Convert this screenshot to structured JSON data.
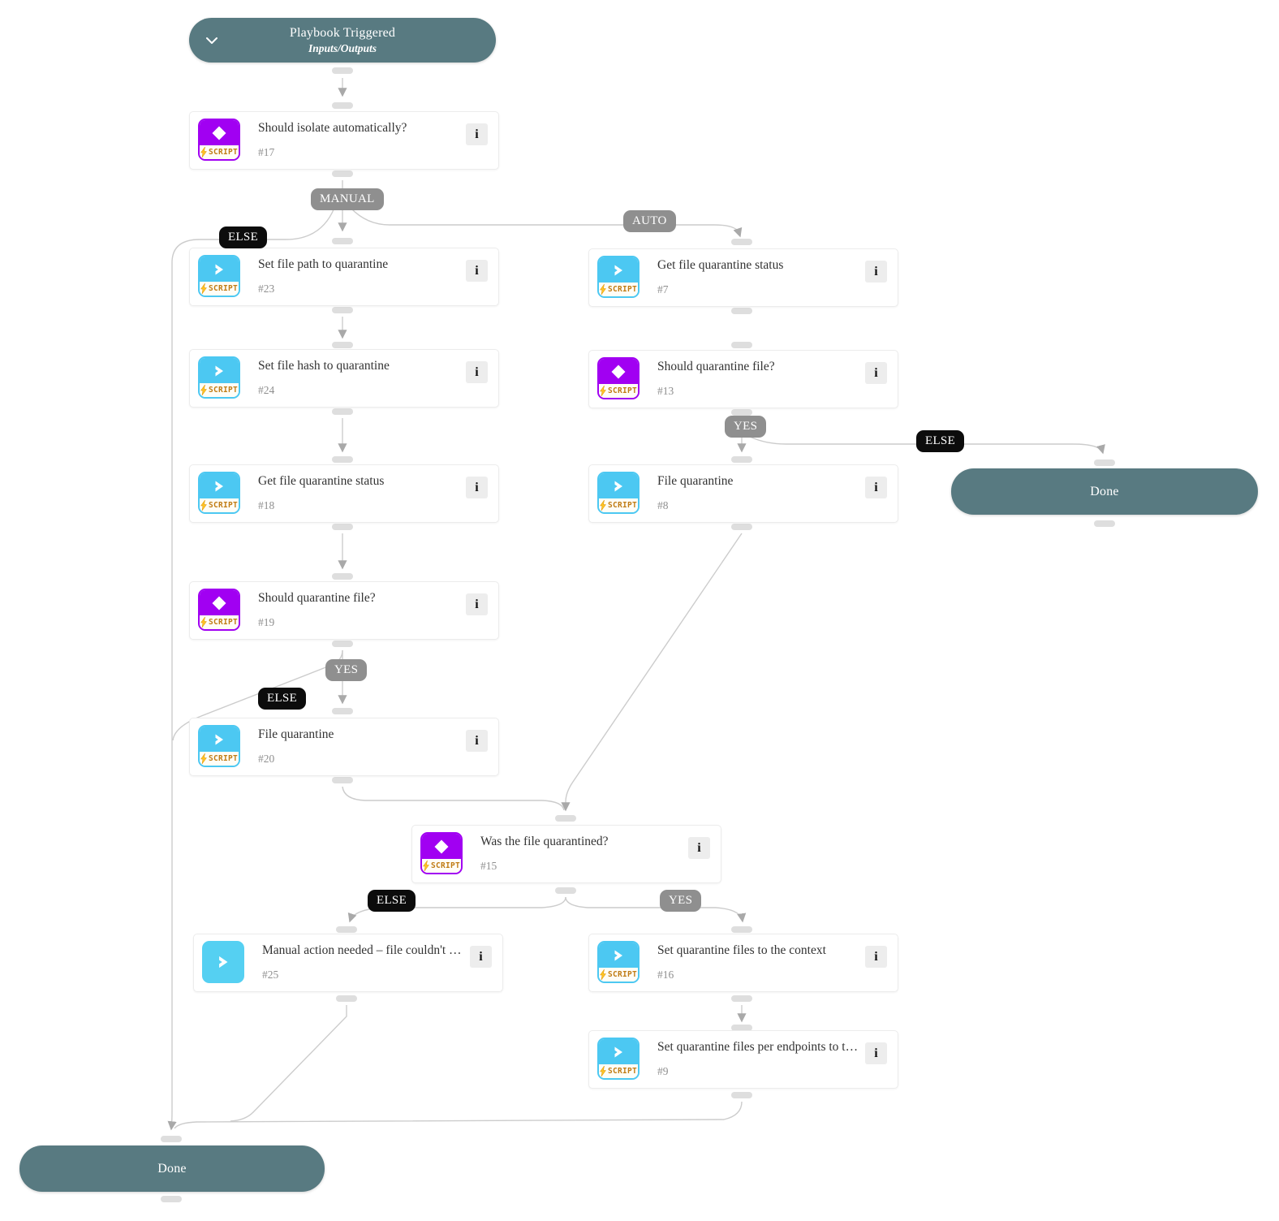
{
  "header": {
    "title": "Playbook Triggered",
    "subtitle": "Inputs/Outputs"
  },
  "terminals": {
    "done_right": "Done",
    "done_bottom": "Done"
  },
  "nodes": [
    {
      "title": "Should isolate automatically?",
      "id": "#17",
      "kind": "condition",
      "badge": "SCRIPT"
    },
    {
      "title": "Set file path to quarantine",
      "id": "#23",
      "kind": "task",
      "badge": "SCRIPT"
    },
    {
      "title": "Set file hash to quarantine",
      "id": "#24",
      "kind": "task",
      "badge": "SCRIPT"
    },
    {
      "title": "Get file quarantine status",
      "id": "#18",
      "kind": "task",
      "badge": "SCRIPT"
    },
    {
      "title": "Should quarantine file?",
      "id": "#19",
      "kind": "condition",
      "badge": "SCRIPT"
    },
    {
      "title": "File quarantine",
      "id": "#20",
      "kind": "task",
      "badge": "SCRIPT"
    },
    {
      "title": "Get file quarantine status",
      "id": "#7",
      "kind": "task",
      "badge": "SCRIPT"
    },
    {
      "title": "Should quarantine file?",
      "id": "#13",
      "kind": "condition",
      "badge": "SCRIPT"
    },
    {
      "title": "File quarantine",
      "id": "#8",
      "kind": "task",
      "badge": "SCRIPT"
    },
    {
      "title": "Was the file quarantined?",
      "id": "#15",
      "kind": "condition",
      "badge": "SCRIPT"
    },
    {
      "title": "Manual action needed – file couldn't …",
      "id": "#25",
      "kind": "task",
      "badge": ""
    },
    {
      "title": "Set quarantine files to the context",
      "id": "#16",
      "kind": "task",
      "badge": "SCRIPT"
    },
    {
      "title": "Set quarantine files per endpoints to t…",
      "id": "#9",
      "kind": "task",
      "badge": "SCRIPT"
    }
  ],
  "branch_labels": [
    {
      "text": "MANUAL",
      "style": "gray"
    },
    {
      "text": "AUTO",
      "style": "gray"
    },
    {
      "text": "ELSE",
      "style": "black"
    },
    {
      "text": "YES",
      "style": "gray"
    },
    {
      "text": "ELSE",
      "style": "black"
    },
    {
      "text": "YES",
      "style": "gray"
    },
    {
      "text": "ELSE",
      "style": "black"
    },
    {
      "text": "ELSE",
      "style": "black"
    },
    {
      "text": "YES",
      "style": "gray"
    }
  ],
  "icons": {
    "info": "i"
  },
  "colors": {
    "terminal_teal": "#587a81",
    "condition_purple": "#a100f2",
    "task_cyan": "#4cc8f2",
    "script_text": "#c07c15",
    "bolt_yellow": "#ffc425",
    "label_gray": "#8f8f8f",
    "label_black": "#0c0c0c",
    "wire_gray": "#cccccc",
    "arrow_gray": "#a9a9a9"
  }
}
